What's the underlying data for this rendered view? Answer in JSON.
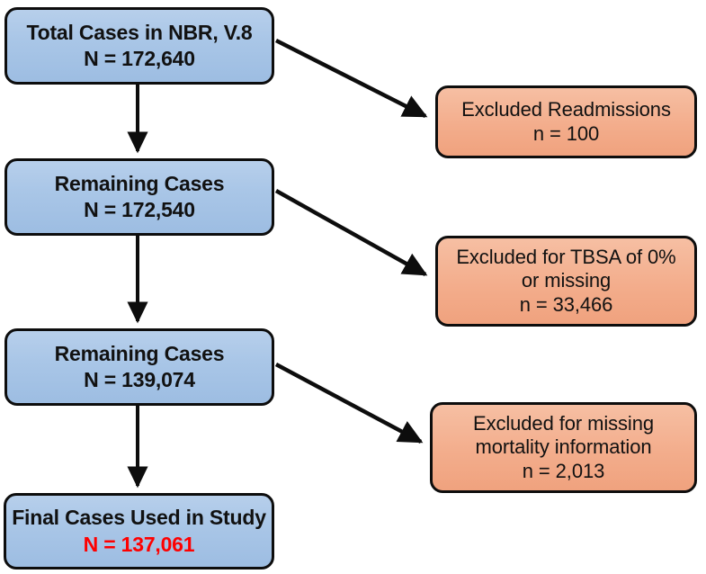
{
  "chart_data": {
    "type": "diagram",
    "subtype": "study-flow-consort",
    "title": "",
    "nodes": [
      {
        "id": "total",
        "kind": "included",
        "label": "Total Cases in NBR, V.8",
        "count": "N = 172,640",
        "count_color": "#111111"
      },
      {
        "id": "excl-readmit",
        "kind": "excluded",
        "label": "Excluded Readmissions",
        "label2": "",
        "count": "n = 100",
        "count_color": "#111111"
      },
      {
        "id": "remaining-1",
        "kind": "included",
        "label": "Remaining Cases",
        "count": "N = 172,540",
        "count_color": "#111111"
      },
      {
        "id": "excl-tbsa",
        "kind": "excluded",
        "label": "Excluded for TBSA of 0%",
        "label2": "or missing",
        "count": "n = 33,466",
        "count_color": "#111111"
      },
      {
        "id": "remaining-2",
        "kind": "included",
        "label": "Remaining Cases",
        "count": "N = 139,074",
        "count_color": "#111111"
      },
      {
        "id": "excl-mortality",
        "kind": "excluded",
        "label": "Excluded for missing",
        "label2": "mortality information",
        "count": "n = 2,013",
        "count_color": "#111111"
      },
      {
        "id": "final",
        "kind": "included",
        "label": "Final Cases Used in Study",
        "count": "N = 137,061",
        "count_color": "#fe0000"
      }
    ],
    "edges": [
      {
        "from": "total",
        "to": "remaining-1",
        "direction": "down"
      },
      {
        "from": "total",
        "to": "excl-readmit",
        "direction": "diagonal"
      },
      {
        "from": "remaining-1",
        "to": "remaining-2",
        "direction": "down"
      },
      {
        "from": "remaining-1",
        "to": "excl-tbsa",
        "direction": "diagonal"
      },
      {
        "from": "remaining-2",
        "to": "final",
        "direction": "down"
      },
      {
        "from": "remaining-2",
        "to": "excl-mortality",
        "direction": "diagonal"
      }
    ],
    "colors": {
      "included_fill": "#a9c6e7",
      "excluded_fill": "#f3ad8c",
      "border": "#0d0d0d",
      "arrow": "#0d0d0d",
      "highlight_text": "#fe0000",
      "background": "#ffffff"
    }
  }
}
